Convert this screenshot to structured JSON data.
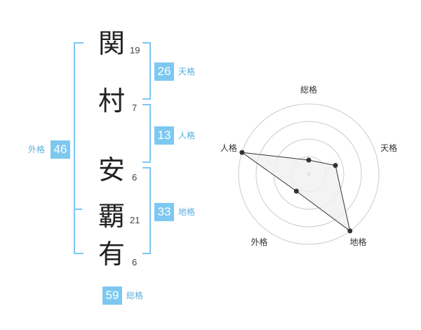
{
  "characters": [
    {
      "char": "関",
      "strokes": "19"
    },
    {
      "char": "村",
      "strokes": "7"
    },
    {
      "char": "安",
      "strokes": "6"
    },
    {
      "char": "覇",
      "strokes": "21"
    },
    {
      "char": "有",
      "strokes": "6"
    }
  ],
  "kaku": {
    "tenkaku": {
      "value": "26",
      "label": "天格"
    },
    "jinkaku": {
      "value": "13",
      "label": "人格"
    },
    "chikaku": {
      "value": "33",
      "label": "地格"
    },
    "gaikaku": {
      "value": "46",
      "label": "外格"
    },
    "soukaku": {
      "value": "59",
      "label": "総格"
    }
  },
  "chart_data": {
    "type": "radar",
    "axes": [
      "総格",
      "天格",
      "地格",
      "外格",
      "人格"
    ],
    "values": [
      0.2,
      0.4,
      1.0,
      0.3,
      1.0
    ],
    "max": 1.0,
    "rings": 4,
    "colors": {
      "fill": "#f0f0f0",
      "stroke": "#333333",
      "grid": "#cccccc"
    }
  }
}
